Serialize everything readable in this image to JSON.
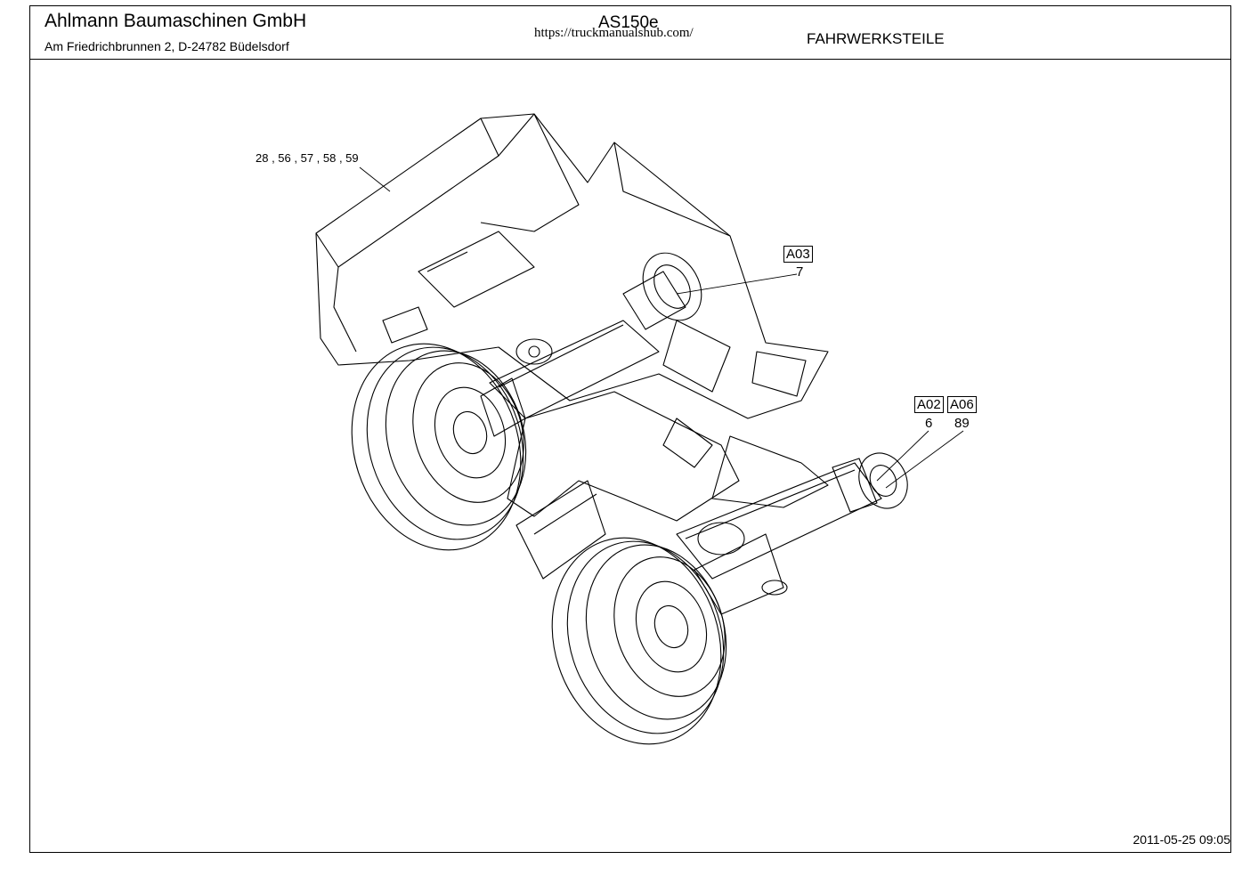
{
  "header": {
    "company": "Ahlmann Baumaschinen GmbH",
    "address": "Am Friedrichbrunnen 2,  D-24782 Büdelsdorf",
    "model": "AS150e",
    "watermark": "https://truckmanualshub.com/",
    "section": "FAHRWERKSTEILE"
  },
  "footer": {
    "timestamp": "2011-05-25 09:05"
  },
  "callouts": {
    "body_parts": "28 , 56 , 57 , 58 , 59",
    "a03_box": "A03",
    "a03_num": "7",
    "a02_box": "A02",
    "a02_num": "6",
    "a06_box": "A06",
    "a06_num": "89"
  }
}
